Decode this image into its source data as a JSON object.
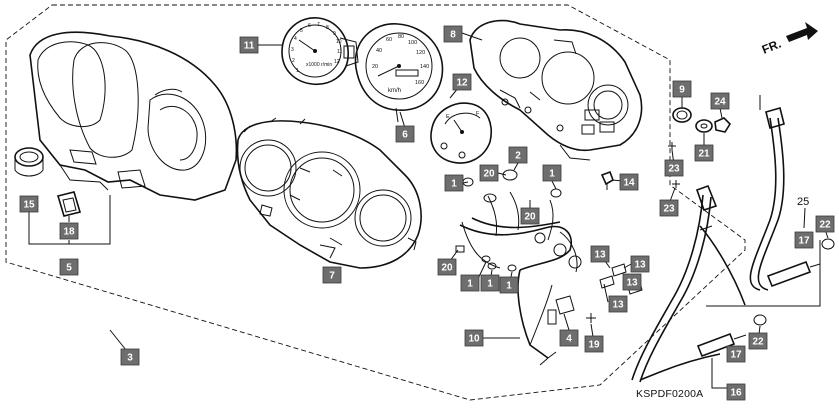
{
  "diagram_code": "KSPDF0200A",
  "direction_label": "FR.",
  "callouts": [
    "11",
    "8",
    "9",
    "24",
    "12",
    "6",
    "2",
    "21",
    "23",
    "14",
    "23",
    "1",
    "20",
    "1",
    "20",
    "15",
    "18",
    "5",
    "7",
    "20",
    "13",
    "13",
    "1",
    "1",
    "1",
    "13",
    "13",
    "10",
    "4",
    "19",
    "3",
    "17",
    "22",
    "17",
    "22",
    "16"
  ],
  "plain_labels": [
    "25"
  ],
  "tachometer": {
    "scale": [
      "1",
      "2",
      "3",
      "4",
      "5",
      "6",
      "7",
      "8",
      "9",
      "10",
      "11",
      "12"
    ],
    "unit": "x1000 r/min"
  },
  "speedometer": {
    "scale": [
      "20",
      "40",
      "60",
      "80",
      "100",
      "120",
      "140",
      "160"
    ],
    "unit": "km/h"
  },
  "fuel_gauge": {
    "marks": [
      "E",
      "F"
    ]
  },
  "colors": {
    "callout_fill": "#6e6e6e",
    "line": "#111111",
    "background": "#ffffff"
  }
}
